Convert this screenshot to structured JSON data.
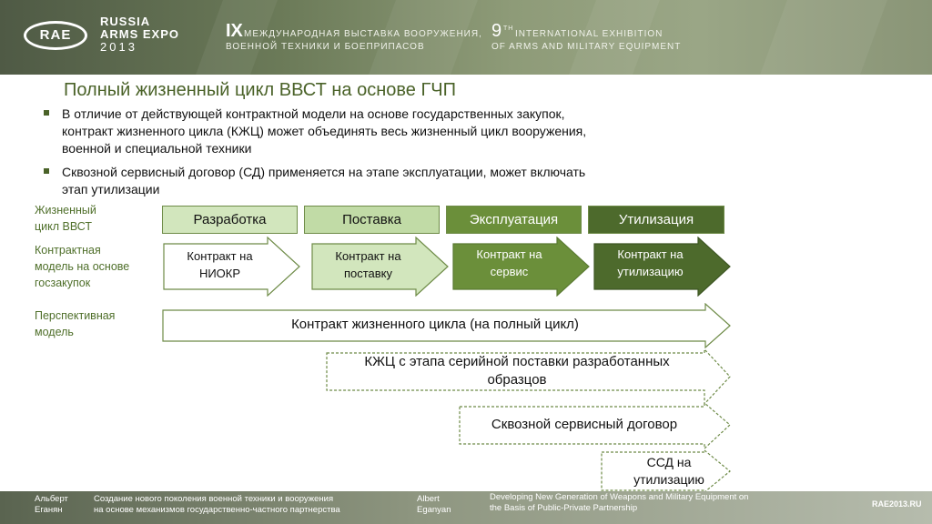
{
  "header": {
    "logo_mark": "RAE",
    "logo_lines": [
      "RUSSIA",
      "ARMS EXPO",
      "2013"
    ],
    "ru_number": "IX",
    "ru_line1": "МЕЖДУНАРОДНАЯ ВЫСТАВКА ВООРУЖЕНИЯ,",
    "ru_line2": "ВОЕННОЙ ТЕХНИКИ И БОЕПРИПАСОВ",
    "en_number": "9",
    "en_sup": "TH",
    "en_line1": "INTERNATIONAL EXHIBITION",
    "en_line2": "OF ARMS AND MILITARY EQUIPMENT"
  },
  "slide": {
    "title": "Полный жизненный цикл ВВСТ на основе ГЧП",
    "bullets": [
      [
        "В отличие от действующей контрактной модели на основе государственных закупок,",
        "контракт жизненного цикла (КЖЦ) может объединять весь жизненный  цикл вооружения,",
        "военной и специальной техники"
      ],
      [
        "Сквозной сервисный договор (СД) применяется на этапе эксплуатации, может включать",
        "этап утилизации"
      ]
    ]
  },
  "diagram": {
    "row_labels": {
      "lifecycle": [
        "Жизненный",
        "цикл ВВСТ"
      ],
      "contract_model": [
        "Контрактная",
        "модель  на основе",
        "госзакупок"
      ],
      "prospective": [
        "Перспективная",
        "модель"
      ]
    },
    "phases": [
      "Разработка",
      "Поставка",
      "Эксплуатация",
      "Утилизация"
    ],
    "contracts": [
      [
        "Контракт на",
        "НИОКР"
      ],
      [
        "Контракт на",
        "поставку"
      ],
      [
        "Контракт на",
        "сервис"
      ],
      [
        "Контракт на",
        "утилизацию"
      ]
    ],
    "prospective": {
      "full": "Контракт жизненного цикла (на полный цикл)",
      "from_serial": [
        "КЖЦ с этапа серийной поставки разработанных",
        "образцов"
      ],
      "service": "Сквозной сервисный договор",
      "disposal": [
        "ССД на",
        "утилизацию"
      ]
    },
    "colors": {
      "phase1": "#d2e6bd",
      "phase2": "#c1dba6",
      "phase3": "#6b8f3a",
      "phase4": "#4d6a2c",
      "accent": "#4a6228"
    }
  },
  "footer": {
    "author_ru": [
      "Альберт",
      "Еганян"
    ],
    "topic_ru": [
      "Создание нового поколения военной техники и вооружения",
      "на основе механизмов государственно-частного партнерства"
    ],
    "author_en": [
      "Albert",
      "Eganyan"
    ],
    "topic_en": [
      "Developing  New Generation of Weapons and Military Equipment on",
      "the Basis of Public-Private Partnership"
    ],
    "site": "RAE2013.RU"
  }
}
